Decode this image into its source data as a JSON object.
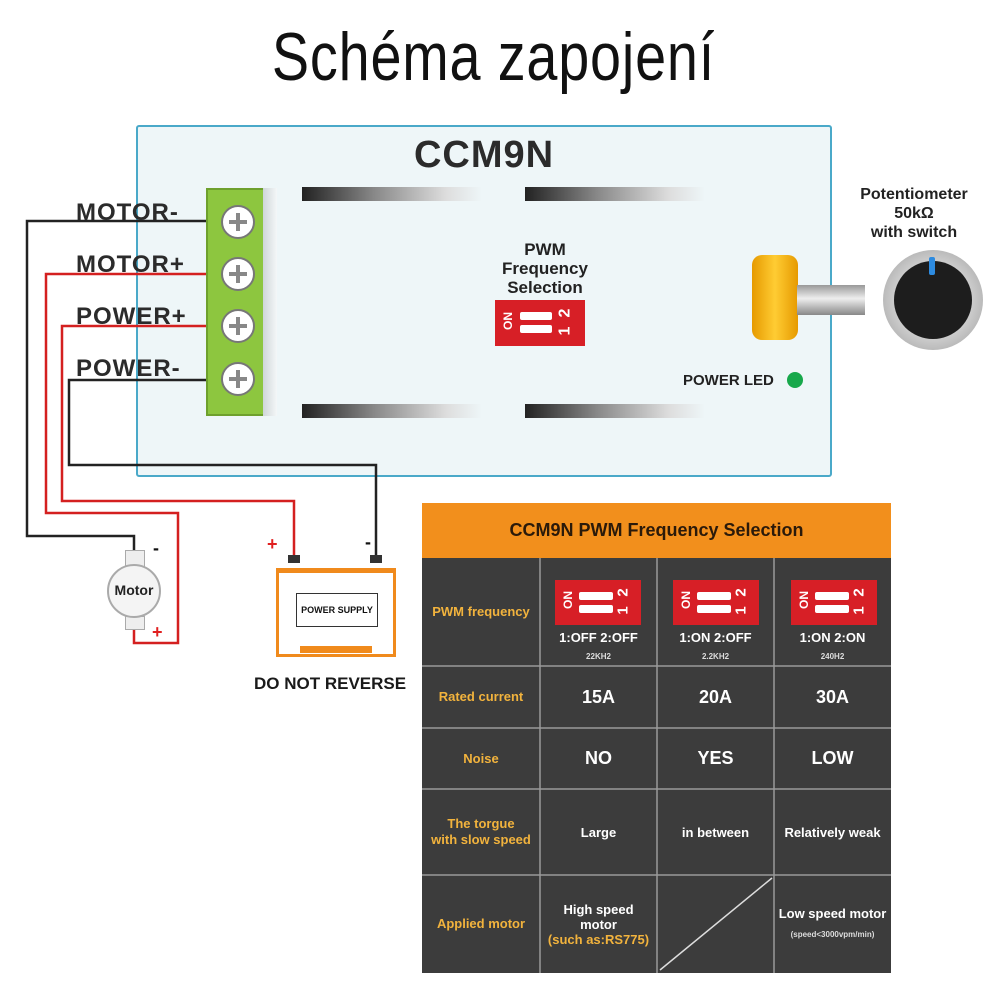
{
  "title": "Schéma zapojení",
  "board": {
    "name": "CCM9N",
    "pwm_label_l1": "PWM",
    "pwm_label_l2": "Frequency",
    "pwm_label_l3": "Selection",
    "dip_on": "ON",
    "dip_n1": "1",
    "dip_n2": "2",
    "power_led": "POWER  LED",
    "led_color": "#17a84b"
  },
  "terminals": [
    "MOTOR-",
    "MOTOR+",
    "POWER+",
    "POWER-"
  ],
  "potentiometer": {
    "l1": "Potentiometer",
    "l2": "50kΩ",
    "l3": "with switch"
  },
  "motor": {
    "label": "Motor",
    "minus": "-",
    "plus": "+"
  },
  "battery": {
    "label": "POWER SUPPLY",
    "plus": "+",
    "minus": "-",
    "warning": "DO NOT REVERSE"
  },
  "table": {
    "title": "CCM9N PWM Frequency Selection",
    "rows": {
      "pwm": "PWM frequency",
      "current": "Rated current",
      "noise": "Noise",
      "torque_l1": "The torgue",
      "torque_l2": "with slow speed",
      "motor": "Applied motor"
    },
    "columns": [
      {
        "switch_state": "1:OFF  2:OFF",
        "freq": "22KH2",
        "current": "15A",
        "noise": "NO",
        "torque": "Large",
        "motor_l1": "High speed",
        "motor_l2": "motor",
        "motor_l3": "(such as:RS775)"
      },
      {
        "switch_state": "1:ON  2:OFF",
        "freq": "2.2KH2",
        "current": "20A",
        "noise": "YES",
        "torque": "in between"
      },
      {
        "switch_state": "1:ON  2:ON",
        "freq": "240H2",
        "current": "30A",
        "noise": "LOW",
        "torque": "Relatively weak",
        "motor_l1": "Low speed motor",
        "motor_note": "(speed<3000vpm/min)"
      }
    ],
    "colors": {
      "header": "#f28f1c",
      "body": "#3c3c3c",
      "label": "#f2b33d"
    }
  },
  "wire_colors": {
    "red": "#d42020",
    "black": "#222222"
  }
}
